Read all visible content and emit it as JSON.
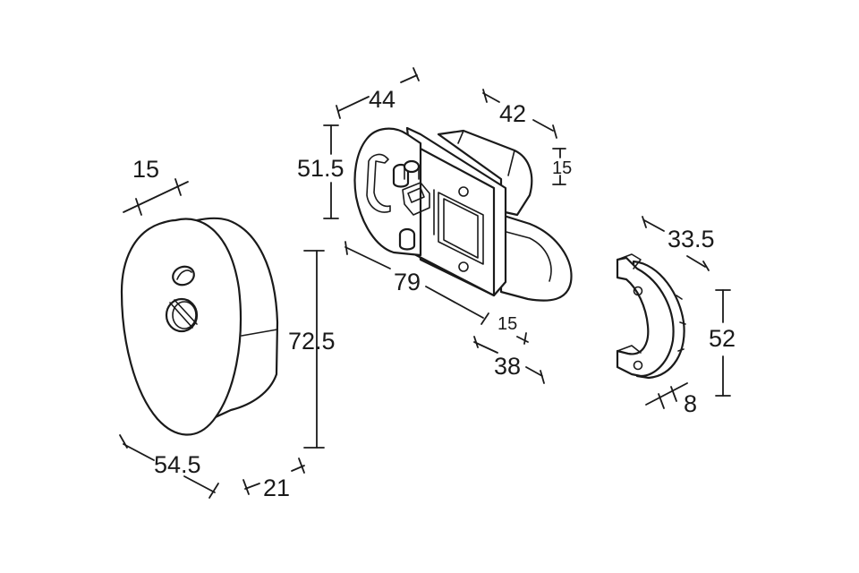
{
  "dimensions": {
    "rosette_slot_width": "15",
    "rosette_height": "72.5",
    "rosette_width": "54.5",
    "rosette_depth": "21",
    "latch_plate_width": "44",
    "latch_plate_height": "51.5",
    "latch_length": "79",
    "latch_bolt_offset": "15",
    "latch_bolt_width": "15",
    "latch_backset": "42",
    "latch_case_depth": "38",
    "keeper_width": "33.5",
    "keeper_height": "52",
    "keeper_depth": "8"
  }
}
